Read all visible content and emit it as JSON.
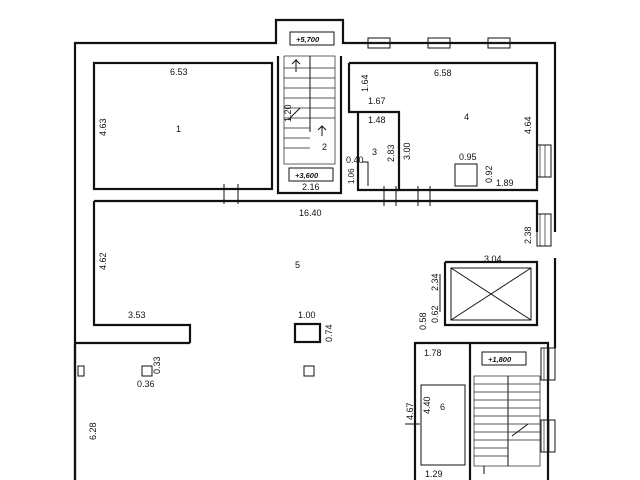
{
  "plan": {
    "rooms": [
      {
        "id": "1",
        "label": "1",
        "dims": [
          "6.53",
          "4.63"
        ]
      },
      {
        "id": "2",
        "label": "2",
        "dims": [
          "1.20",
          "2.16"
        ]
      },
      {
        "id": "3",
        "label": "3",
        "dims": [
          "1.48",
          "2.83",
          "0.40",
          "1.06"
        ]
      },
      {
        "id": "4",
        "label": "4",
        "dims": [
          "6.58",
          "4.64",
          "1.64",
          "1.67",
          "3.00",
          "0.95",
          "0.92",
          "1.89"
        ]
      },
      {
        "id": "5",
        "label": "5",
        "dims": [
          "16.40",
          "4.62",
          "2.38",
          "3.04",
          "2.34",
          "3.53",
          "1.00",
          "0.74",
          "0.58",
          "0.62"
        ]
      },
      {
        "id": "6",
        "label": "6",
        "dims": [
          "1.78",
          "4.67",
          "4.40",
          "1.29"
        ]
      },
      {
        "id": "lower",
        "label": "",
        "dims": [
          "6.28",
          "0.33",
          "0.36"
        ]
      }
    ],
    "level_marks": [
      "+5,700",
      "+3,600",
      "+1,800"
    ]
  }
}
